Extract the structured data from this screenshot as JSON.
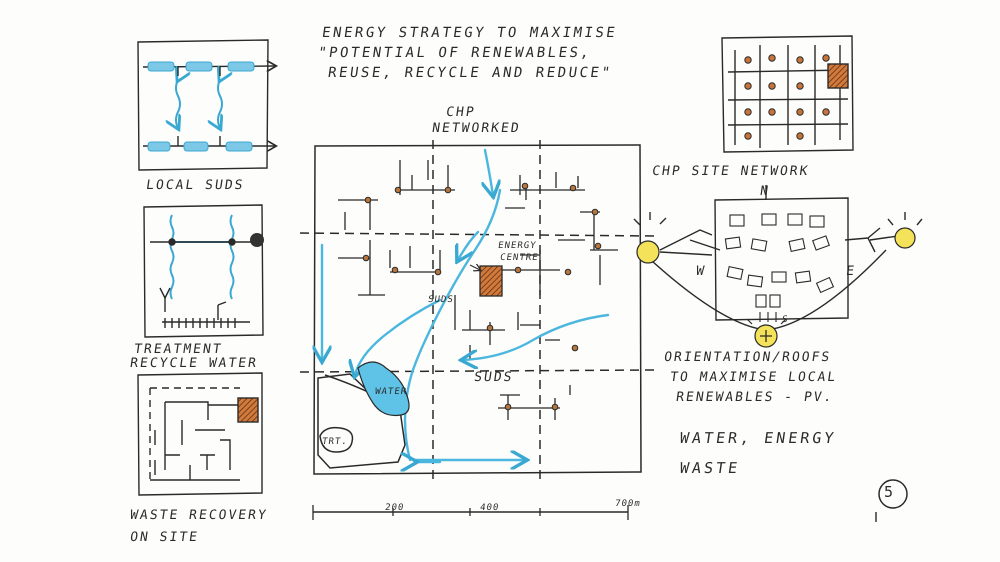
{
  "title_lines": [
    "ENERGY STRATEGY TO MAXIMISE",
    "\"POTENTIAL OF RENEWABLES,",
    "REUSE, RECYCLE AND REDUCE\""
  ],
  "labels": {
    "local_suds": "LOCAL SUDS",
    "treatment_1": "TREATMENT",
    "treatment_2": "RECYCLE WATER",
    "waste_1": "WASTE RECOVERY",
    "waste_2": "ON SITE",
    "chp_1": "CHP",
    "chp_2": "NETWORKED",
    "energy_1": "ENERGY",
    "energy_2": "CENTRE",
    "suds_upper": "SUDS",
    "suds_lower": "SUDS",
    "water": "WATER",
    "trt": "TRT.",
    "chp_site_network": "CHP SITE NETWORK",
    "north": "N",
    "west": "W",
    "east": "E",
    "south": "S",
    "orient_1": "ORIENTATION/ROOFS",
    "orient_2": "TO MAXIMISE LOCAL",
    "orient_3": "RENEWABLES - PV.",
    "summary_1": "WATER, ENERGY",
    "summary_2": "WASTE",
    "page_number": "5"
  },
  "scale_ticks": [
    "200",
    "400",
    "700m"
  ],
  "colors": {
    "ink": "#2a2a2a",
    "water": "#55bde0",
    "energy_centre": "#c8733a",
    "sun": "#f3e25a"
  }
}
